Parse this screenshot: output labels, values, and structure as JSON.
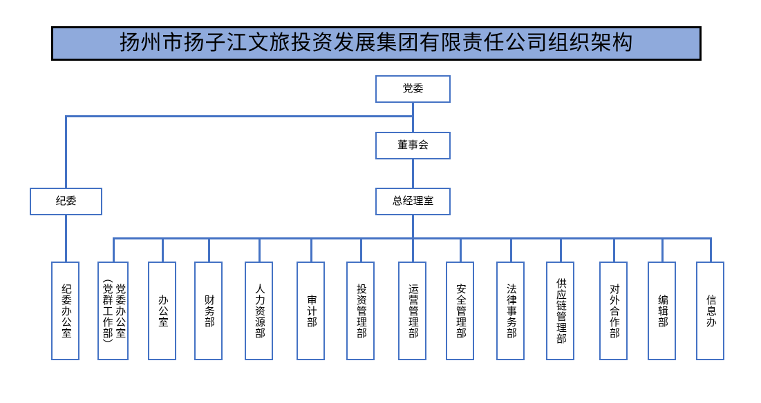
{
  "title": {
    "text": "扬州市扬子江文旅投资发展集团有限责任公司组织架构"
  },
  "colors": {
    "title_fill": "#8FAADC",
    "title_border": "#000000",
    "node_border": "#4472C4",
    "node_fill": "#FFFFFF",
    "connector": "#4472C4",
    "text": "#000000"
  },
  "chart_data": {
    "type": "org-chart",
    "title": "扬州市扬子江文旅投资发展集团有限责任公司组织架构",
    "orientation": "top-down",
    "levels": [
      {
        "level": 1,
        "nodes": [
          "党委"
        ]
      },
      {
        "level": 2,
        "nodes": [
          "董事会"
        ]
      },
      {
        "level": 3,
        "nodes": [
          "纪委",
          "总经理室"
        ]
      },
      {
        "level": 4,
        "nodes": [
          "纪委办公室",
          "党委办公室（党群工作部）",
          "办公室",
          "财务部",
          "人力资源部",
          "审计部",
          "投资管理部",
          "运营管理部",
          "安全管理部",
          "法律事务部",
          "供应链管理部",
          "对外合作部",
          "编辑部",
          "信息办"
        ]
      }
    ],
    "edges": [
      {
        "from": "党委",
        "to": "董事会"
      },
      {
        "from": "党委",
        "to": "纪委"
      },
      {
        "from": "董事会",
        "to": "总经理室"
      },
      {
        "from": "纪委",
        "to": "纪委办公室"
      },
      {
        "from": "总经理室",
        "to": "党委办公室（党群工作部）"
      },
      {
        "from": "总经理室",
        "to": "办公室"
      },
      {
        "from": "总经理室",
        "to": "财务部"
      },
      {
        "from": "总经理室",
        "to": "人力资源部"
      },
      {
        "from": "总经理室",
        "to": "审计部"
      },
      {
        "from": "总经理室",
        "to": "投资管理部"
      },
      {
        "from": "总经理室",
        "to": "运营管理部"
      },
      {
        "from": "总经理室",
        "to": "安全管理部"
      },
      {
        "from": "总经理室",
        "to": "法律事务部"
      },
      {
        "from": "总经理室",
        "to": "供应链管理部"
      },
      {
        "from": "总经理室",
        "to": "对外合作部"
      },
      {
        "from": "总经理室",
        "to": "编辑部"
      },
      {
        "from": "总经理室",
        "to": "信息办"
      }
    ]
  },
  "nodes": {
    "party_committee": {
      "label": "党委"
    },
    "board_of_directors": {
      "label": "董事会"
    },
    "discipline_committee": {
      "label": "纪委"
    },
    "general_manager_office": {
      "label": "总经理室"
    }
  },
  "departments": [
    {
      "id": "discipline-office",
      "label": "纪委办公室"
    },
    {
      "id": "party-committee-office",
      "label_main": "党委办公室",
      "label_sub": "（党群工作部）"
    },
    {
      "id": "general-office",
      "label": "办公室"
    },
    {
      "id": "finance-dept",
      "label": "财务部"
    },
    {
      "id": "hr-dept",
      "label": "人力资源部"
    },
    {
      "id": "audit-dept",
      "label": "审计部"
    },
    {
      "id": "investment-mgmt-dept",
      "label": "投资管理部"
    },
    {
      "id": "operations-mgmt-dept",
      "label": "运营管理部"
    },
    {
      "id": "safety-mgmt-dept",
      "label": "安全管理部"
    },
    {
      "id": "legal-affairs-dept",
      "label": "法律事务部"
    },
    {
      "id": "supply-chain-mgmt-dept",
      "label": "供应链管理部"
    },
    {
      "id": "external-cooperation-dept",
      "label": "对外合作部"
    },
    {
      "id": "editorial-dept",
      "label": "编辑部"
    },
    {
      "id": "information-office",
      "label": "信息办"
    }
  ]
}
